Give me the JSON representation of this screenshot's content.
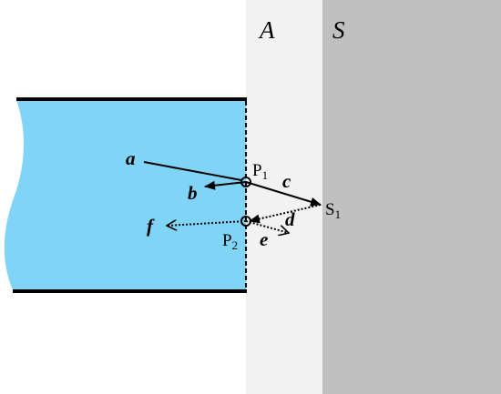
{
  "colors": {
    "fluid": "#80d4f6",
    "region_a": "#f2f2f2",
    "region_s": "#c0c0c0",
    "ink": "#000000"
  },
  "labels": {
    "region_a": "A",
    "region_s": "S",
    "vec_a": "a",
    "vec_b": "b",
    "vec_c": "c",
    "vec_d": "d",
    "vec_e": "e",
    "vec_f": "f",
    "p1": "P",
    "p1_sub": "1",
    "p2": "P",
    "p2_sub": "2",
    "s1": "S",
    "s1_sub": "1"
  }
}
